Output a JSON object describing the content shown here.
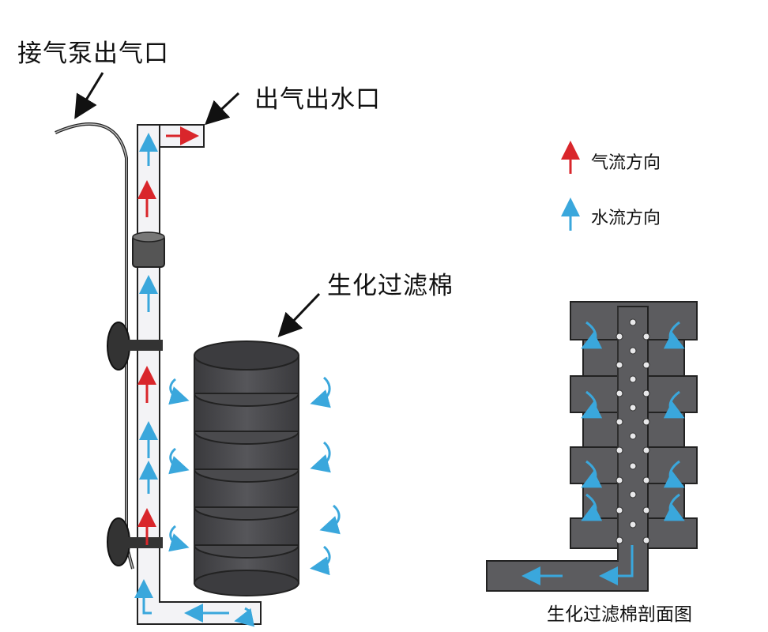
{
  "labels": {
    "air_pump_outlet": "接气泵出气口",
    "air_water_outlet": "出气出水口",
    "bio_filter_sponge": "生化过滤棉",
    "legend_air": "气流方向",
    "legend_water": "水流方向",
    "section_caption": "生化过滤棉剖面图"
  },
  "colors": {
    "air_arrow": "#d9262b",
    "water_arrow": "#3aa7dc",
    "sponge_dark": "#4a4a4d",
    "sponge_top": "#3c3c3f",
    "section_gray": "#5c5c5f",
    "pipe_fill": "#f3f3f6",
    "outline": "#222222"
  }
}
